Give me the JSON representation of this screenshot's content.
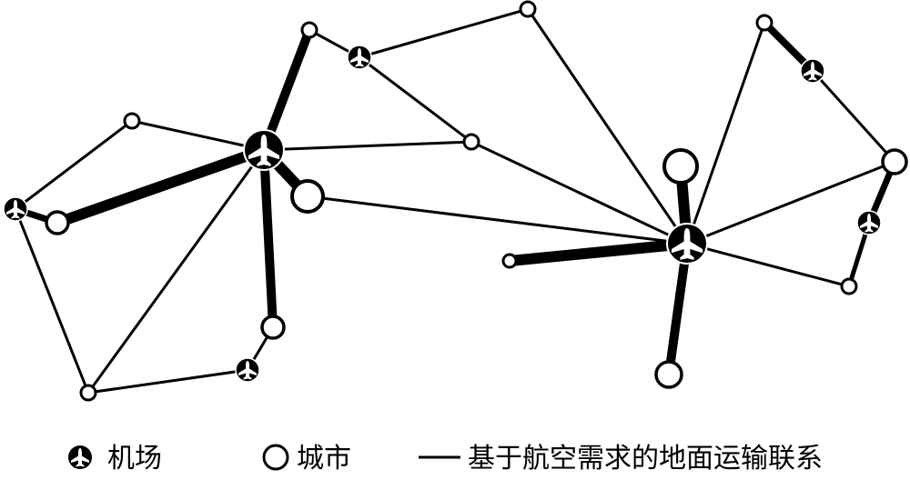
{
  "legend": {
    "airport_label": "机场",
    "city_label": "城市",
    "link_label": "基于航空需求的地面运输联系"
  },
  "colors": {
    "ink": "#000000",
    "paper": "#ffffff"
  },
  "nodes": [
    {
      "id": "west-hub",
      "kind": "airport"
    },
    {
      "id": "east-hub",
      "kind": "airport"
    },
    {
      "id": "far-west",
      "kind": "airport"
    },
    {
      "id": "north-mid",
      "kind": "airport"
    },
    {
      "id": "south-mid",
      "kind": "airport"
    },
    {
      "id": "ne-top",
      "kind": "airport"
    },
    {
      "id": "east-side",
      "kind": "airport"
    },
    {
      "id": "city-a",
      "kind": "city"
    },
    {
      "id": "city-b",
      "kind": "city"
    },
    {
      "id": "city-c",
      "kind": "city"
    },
    {
      "id": "city-d",
      "kind": "city"
    },
    {
      "id": "city-e",
      "kind": "city"
    },
    {
      "id": "city-f",
      "kind": "city"
    },
    {
      "id": "city-g",
      "kind": "city"
    },
    {
      "id": "city-h",
      "kind": "city"
    },
    {
      "id": "city-i",
      "kind": "city"
    },
    {
      "id": "city-j",
      "kind": "city"
    },
    {
      "id": "city-k",
      "kind": "city"
    },
    {
      "id": "city-l",
      "kind": "city"
    },
    {
      "id": "city-m",
      "kind": "city"
    },
    {
      "id": "city-n",
      "kind": "city"
    },
    {
      "id": "city-o",
      "kind": "city"
    }
  ]
}
